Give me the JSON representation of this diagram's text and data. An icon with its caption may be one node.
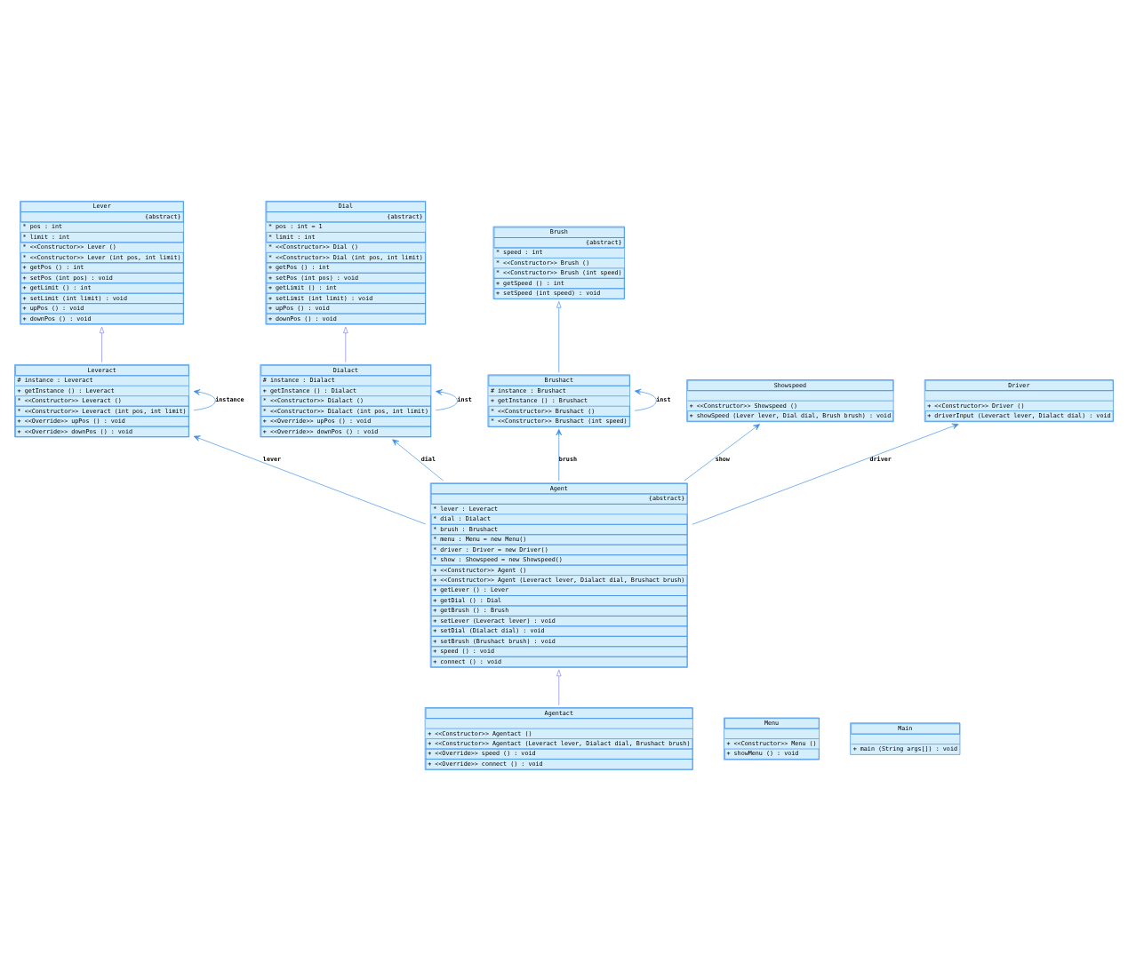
{
  "diagram": {
    "nodes": [
      {
        "text": [
          "Lever",
          "{abstract}",
          "* pos : int",
          "* limit : int",
          "* <<Constructor>> Lever ()",
          "* <<Constructor>> Lever (int pos, int limit)",
          "+ getPos () : int",
          "+ setPos (int pos) : void",
          "+ getLimit () : int",
          "+ setLimit (int limit) : void",
          "+ upPos () : void",
          "+ downPos () : void"
        ]
      },
      {
        "text": [
          "Dial",
          "{abstract}",
          "* pos : int = 1",
          "* limit : int",
          "* <<Constructor>> Dial ()",
          "* <<Constructor>> Dial (int pos, int limit)",
          "+ getPos () : int",
          "+ setPos (int pos) : void",
          "+ getLimit () : int",
          "+ setLimit (int limit) : void",
          "+ upPos () : void",
          "+ downPos () : void"
        ]
      },
      {
        "text": [
          "Leveract",
          "# instance : Leveract",
          "+ getInstance () : Leveract",
          "* <<Constructor>> Leveract ()",
          "* <<Constructor>> Leveract (int pos, int limit)",
          "+ <<Override>> upPos () : void",
          "+ <<Override>> downPos () : void"
        ]
      },
      {
        "text": [
          "Menu",
          "+ <<Constructor>> Menu ()",
          "+ showMenu () : void"
        ]
      },
      {
        "text": [
          "Agent",
          "{abstract}",
          "* lever : Leveract",
          "* dial : Dialact",
          "* brush : Brushact",
          "* menu : Menu = new Menu()",
          "* driver : Driver = new Driver()",
          "* show : Showspeed = new Showspeed()",
          "+ <<Constructor>> Agent ()",
          "+ <<Constructor>> Agent (Leveract lever, Dialact dial, Brushact brush)",
          "+ getLever () : Lever",
          "+ getDial () : Dial",
          "+ getBrush () : Brush",
          "+ setLever (Leveract lever) : void",
          "+ setDial (Dialact dial) : void",
          "+ setBrush (Brushact brush) : void",
          "+ speed () : void",
          "+ connect () : void"
        ]
      },
      {
        "text": [
          "Dialact",
          "# instance : Dialact",
          "+ getInstance () : Dialact",
          "* <<Constructor>> Dialact ()",
          "* <<Constructor>> Dialact (int pos, int limit)",
          "+ <<Override>> upPos () : void",
          "+ <<Override>> downPos () : void"
        ]
      },
      {
        "text": [
          "Brushact",
          "# instance : Brushact",
          "+ getInstance () : Brushact",
          "* <<Constructor>> Brushact ()",
          "* <<Constructor>> Brushact (int speed)"
        ]
      },
      {
        "text": [
          "Brush",
          "{abstract}",
          "* speed : int",
          "* <<Constructor>> Brush ()",
          "* <<Constructor>> Brush (int speed)",
          "+ getSpeed () : int",
          "+ setSpeed (int speed) : void"
        ]
      },
      {
        "text": [
          "Showspeed",
          "+ <<Constructor>> Showspeed ()",
          "+ showSpeed (Lever lever, Dial dial, Brush brush) : void"
        ]
      },
      {
        "text": [
          "Driver",
          "+ <<Constructor>> Driver ()",
          "+ driverInput (Leveract lever, Dialact dial) : void"
        ]
      },
      {
        "text": [
          "Agentact",
          "+ <<Constructor>> Agentact ()",
          "+ <<Constructor>> Agentact (Leveract lever, Dialact dial, Brushact brush)",
          "+ <<Override>> speed () : void",
          "+ <<Override>> connect () : void"
        ]
      },
      {
        "text": [
          "Main",
          "+ main (String args[]) : void"
        ]
      }
    ],
    "edges": [
      {
        "from": 2,
        "to": 0,
        "arrow": "to",
        "color": "#8080e0"
      },
      {
        "from": 5,
        "to": 1,
        "arrow": "to",
        "color": "#8080e0"
      },
      {
        "from": 10,
        "to": 4,
        "arrow": "to",
        "color": "#8080e0"
      },
      {
        "from": 6,
        "to": 7,
        "arrow": "to"
      },
      {
        "from": 4,
        "to": 2,
        "arrow": "to",
        "label": "lever"
      },
      {
        "from": 2,
        "to": 2,
        "arrow": "to",
        "label": "instance"
      },
      {
        "from": 4,
        "to": 5,
        "arrow": "to",
        "label": "dial"
      },
      {
        "from": 5,
        "to": 5,
        "arrow": "to",
        "label": "inst"
      },
      {
        "from": 4,
        "to": 6,
        "arrow": "to",
        "label": "brush"
      },
      {
        "from": 6,
        "to": 6,
        "arrow": "to",
        "label": "inst"
      },
      {
        "from": 4,
        "to": 8,
        "arrow": "to",
        "label": "show"
      },
      {
        "from": 4,
        "to": 9,
        "arrow": "to",
        "label": "driver"
      }
    ]
  }
}
